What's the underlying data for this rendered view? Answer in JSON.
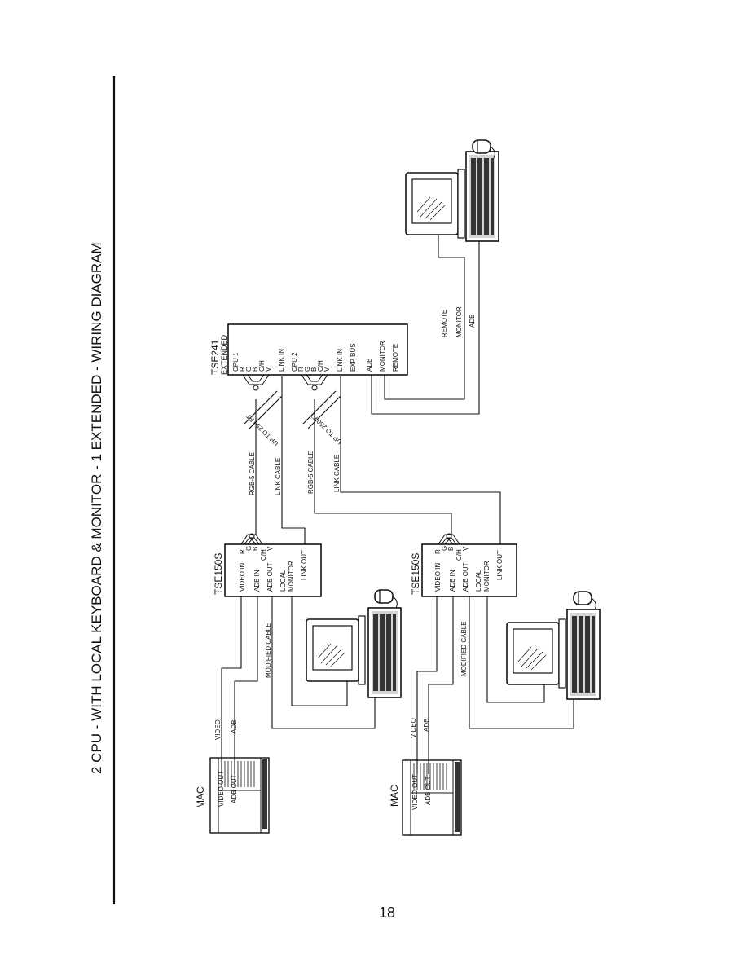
{
  "title": "2 CPU - WITH LOCAL KEYBOARD & MONITOR - 1 EXTENDED - WIRING DIAGRAM",
  "page_number": "18",
  "mac_label": "MAC",
  "mac_ports": {
    "video_out": "VIDEO OUT",
    "adb_out": "ADB OUT"
  },
  "cable_labels": {
    "video": "VIDEO",
    "adb": "ADB",
    "modified_cable": "MODIFIED CABLE",
    "rgb5_cable": "RGB-5 CABLE",
    "link_cable": "LINK CABLE",
    "up_to": "UP TO 250 FT",
    "remote": "REMOTE",
    "monitor": "MONITOR",
    "adb_remote": "ADB"
  },
  "tse150s": {
    "name": "TSE150S",
    "ports": [
      "VIDEO IN",
      "ADB IN",
      "ADB OUT",
      "LOCAL",
      "MONITOR",
      "LINK OUT"
    ],
    "rgb": [
      "R",
      "G",
      "B",
      "C/H",
      "V"
    ]
  },
  "tse241": {
    "name": "TSE241",
    "subtitle": "EXTENDED",
    "ports": [
      "CPU 1",
      "R",
      "G",
      "B",
      "C/H",
      "V",
      "LINK IN",
      "CPU 2",
      "R",
      "G",
      "B",
      "C/H",
      "V",
      "LINK IN",
      "EXP BUS",
      "ADB",
      "MONITOR",
      "REMOTE"
    ]
  }
}
